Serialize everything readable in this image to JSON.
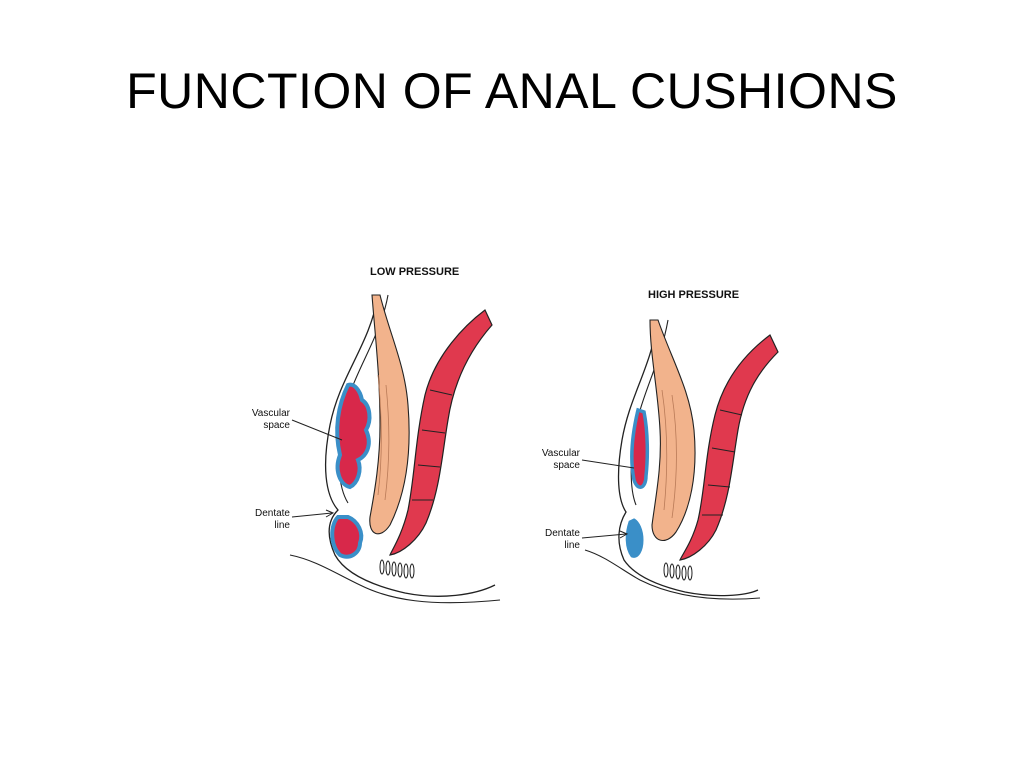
{
  "slide": {
    "title": "FUNCTION OF ANAL CUSHIONS"
  },
  "figure": {
    "panels": [
      {
        "caption": "LOW PRESSURE",
        "labels": {
          "vascular_line1": "Vascular",
          "vascular_line2": "space",
          "dentate_line1": "Dentate",
          "dentate_line2": "line"
        }
      },
      {
        "caption": "HIGH PRESSURE",
        "labels": {
          "vascular_line1": "Vascular",
          "vascular_line2": "space",
          "dentate_line1": "Dentate",
          "dentate_line2": "line"
        }
      }
    ]
  },
  "colors": {
    "muscle_red": "#e0394e",
    "sphincter_tan": "#f2b38c",
    "vascular_blue": "#3a8fc8",
    "blood_red": "#d8284a",
    "outline": "#222222"
  }
}
